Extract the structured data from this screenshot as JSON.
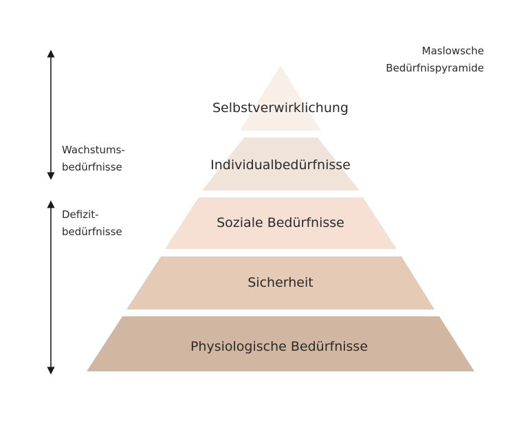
{
  "diagram": {
    "title_lines": [
      "Maslowsche",
      "Bedürfnispyramide"
    ],
    "levels": [
      {
        "label": "Selbstverwirklichung",
        "color": "#f8efe9"
      },
      {
        "label": "Individualbedürfnisse",
        "color": "#f0e3da"
      },
      {
        "label": "Soziale Bedürfnisse",
        "color": "#f5e0d3"
      },
      {
        "label": "Sicherheit",
        "color": "#e5cab5"
      },
      {
        "label": "Physiologische Bedürfnisse",
        "color": "#d1b7a1"
      }
    ],
    "groups": {
      "growth_lines": [
        "Wachstums-",
        "bedürfnisse"
      ],
      "deficit_lines": [
        "Defizit-",
        "bedürfnisse"
      ]
    },
    "arrow_color": "#1a1a1a"
  }
}
